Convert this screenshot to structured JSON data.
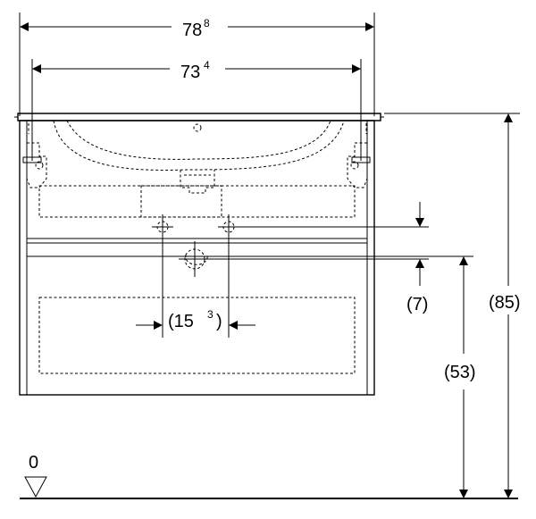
{
  "dimensions": {
    "total_width": {
      "main": "78",
      "sup": "8"
    },
    "inner_width": {
      "main": "73",
      "sup": "4"
    },
    "siphon_spacing": {
      "open": "(15 ",
      "sup": "3",
      "close": ")"
    },
    "offset_below_basin": "(7)",
    "total_height": "(85)",
    "drawer_top_height": "(53)",
    "floor_level": "0"
  },
  "colors": {
    "line": "#000000",
    "background": "#ffffff"
  }
}
